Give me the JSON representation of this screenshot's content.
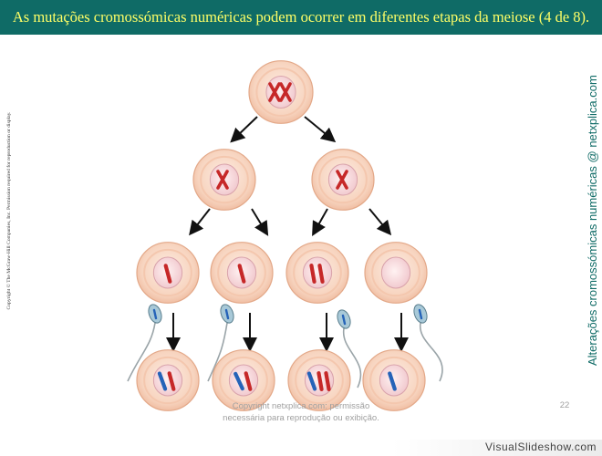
{
  "slide": {
    "title": "As mutações cromossómicas numéricas podem ocorrer em diferentes etapas da meiose (4 de 8).",
    "side_copyright": "Copyright © The McGraw-Hill Companies, Inc. Permission required for reproduction or display.",
    "side_watermark": "Alterações cromossómicas numéricas @ netxplica.com",
    "footer_copyright_line1": "Copyright netxplica.com: permissão",
    "footer_copyright_line2": "necessária para reprodução ou exibição.",
    "page_number": "22",
    "footer_brand": "VisualSlideshow.com"
  },
  "colors": {
    "title_bar": "#0f6b66",
    "title_text": "#ffff66",
    "cell_outer": "#f2c2a4",
    "cell_inner": "#fbe4d6",
    "nucleus": "#f6d2d6",
    "chromosome_red": "#c62828",
    "chromosome_blue": "#2563b8",
    "arrow": "#111111"
  },
  "diagram": {
    "rows": [
      {
        "stage": "parent",
        "cells": [
          {
            "chromosomes": "2 pairs (4 red)"
          }
        ]
      },
      {
        "stage": "meiosis-I",
        "cells": [
          {
            "chromosomes": "1 red"
          },
          {
            "chromosomes": "1 red"
          }
        ]
      },
      {
        "stage": "meiosis-II",
        "cells": [
          {
            "chromosomes": "1 red"
          },
          {
            "chromosomes": "1 red"
          },
          {
            "chromosomes": "2 red"
          },
          {
            "chromosomes": "0"
          }
        ]
      },
      {
        "stage": "zygote",
        "cells": [
          {
            "chromosomes": "1 red + 1 blue"
          },
          {
            "chromosomes": "1 red + 1 blue"
          },
          {
            "chromosomes": "2 red + 1 blue"
          },
          {
            "chromosomes": "1 blue"
          }
        ]
      }
    ]
  }
}
